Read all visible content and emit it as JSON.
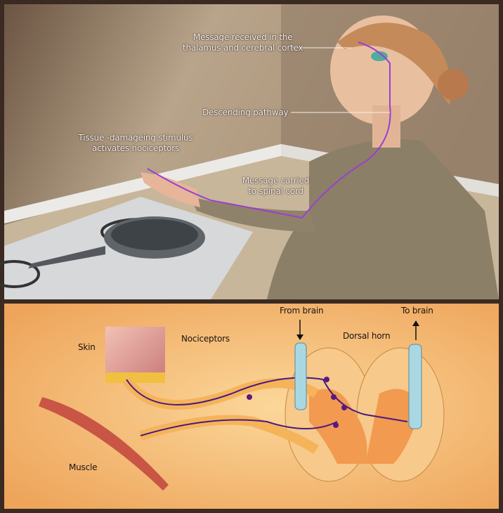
{
  "top_panel": {
    "label_thalamus_line1": "Message received in the",
    "label_thalamus_line2": "thalamus and cerebral cortex",
    "label_descending": "Descending pathway",
    "label_stimulus_line1": "Tissue -damageing stimulus",
    "label_stimulus_line2": "activates nociceptors",
    "label_message_line1": "Message carried",
    "label_message_line2": "to spinal cord"
  },
  "bottom_panel": {
    "label_from_brain": "From brain",
    "label_to_brain": "To brain",
    "label_dorsal_horn": "Dorsal horn",
    "label_nociceptors": "Nociceptors",
    "label_skin": "Skin",
    "label_muscle": "Muscle"
  },
  "colors": {
    "nerve": "#7a2fa0",
    "wall": "#a08a70",
    "panel_bg": "#f4b870",
    "frame": "#3b2a22"
  }
}
